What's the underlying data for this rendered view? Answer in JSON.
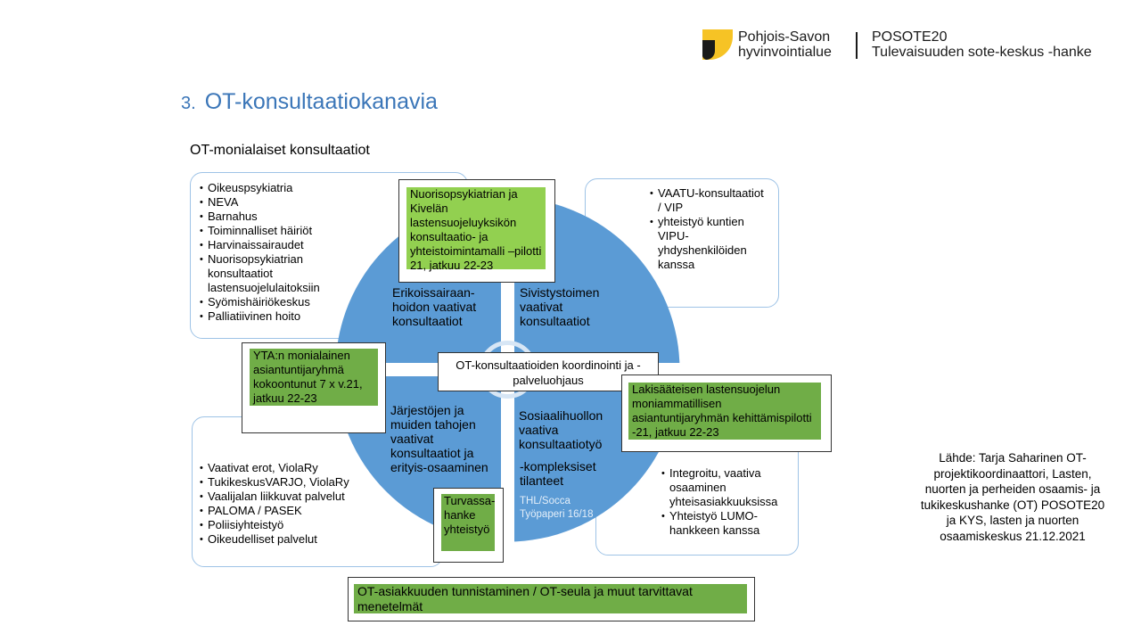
{
  "header": {
    "org_line1": "Pohjois-Savon",
    "org_line2": "hyvinvointialue",
    "project_line1": "POSOTE20",
    "project_line2": "Tulevaisuuden sote-keskus -hanke"
  },
  "title": {
    "number": "3.",
    "text": "OT-konsultaatiokanavia"
  },
  "subtitle": "OT-monialaiset konsultaatiot",
  "top_left_list": [
    "Oikeuspsykiatria",
    "NEVA",
    "Barnahus",
    "Toiminnalliset häiriöt",
    "Harvinaissairaudet",
    "Nuorisopsykiatrian konsultaatiot lastensuojelulaitoksiin",
    "Syömishäiriökeskus",
    "Palliatiivinen hoito"
  ],
  "top_right_list": [
    "VAATU-konsultaatiot / VIP",
    "yhteistyö kuntien VIPU-yhdyshenkilöiden kanssa"
  ],
  "bottom_left_list": [
    "Vaativat erot, ViolaRy",
    "TukikeskusVARJO, ViolaRy",
    "Vaalijalan liikkuvat palvelut",
    "PALOMA / PASEK",
    "Poliisiyhteistyö",
    "Oikeudelliset palvelut"
  ],
  "bottom_right_list": [
    "Integroitu, vaativa osaaminen yhteisasiakkuuksissa",
    "Yhteistyö LUMO-hankkeen kanssa"
  ],
  "quadrants": {
    "top_left": "Erikoissairaan-hoidon vaativat konsultaatiot",
    "top_right": "Sivistystoimen vaativat konsultaatiot",
    "bottom_left": "Järjestöjen ja muiden tahojen vaativat konsultaatiot ja erityis-osaaminen",
    "bottom_right_1": "Sosiaalihuollon vaativa konsultaatiotyö",
    "bottom_right_2": "-kompleksiset tilanteet"
  },
  "center_label": "OT-konsultaatioiden koordinointi ja -palveluohjaus",
  "watermark": "THL/Socca Työpaperi 16/18",
  "green_boxes": {
    "pilot": "Nuorisopsykiatrian ja Kivelän lastensuojeluyksikön konsultaatio- ja yhteistoimintamalli –pilotti 21, jatkuu 22-23",
    "yta": "YTA:n monialainen asiantuntijaryhmä kokoontunut 7 x v.21, jatkuu 22-23",
    "lakisaateinen": "Lakisääteisen lastensuojelun moniammatillisen asiantuntijaryhmän kehittämispilotti -21, jatkuu 22-23",
    "turvassa": "Turvassa-hanke yhteistyö",
    "ot_asiakkuus": "OT-asiakkuuden tunnistaminen / OT-seula ja muut tarvittavat menetelmät"
  },
  "source_note": "Lähde: Tarja Saharinen OT-projektikoordinaattori, Lasten, nuorten ja perheiden osaamis- ja tukikeskushanke (OT) POSOTE20 ja KYS, lasten ja nuorten osaamiskeskus 21.12.2021",
  "colors": {
    "title_blue": "#3b76b8",
    "circle_blue": "#5b9bd5",
    "green": "#70ad47",
    "light_green": "#92d050",
    "logo_yellow": "#f6c325"
  }
}
